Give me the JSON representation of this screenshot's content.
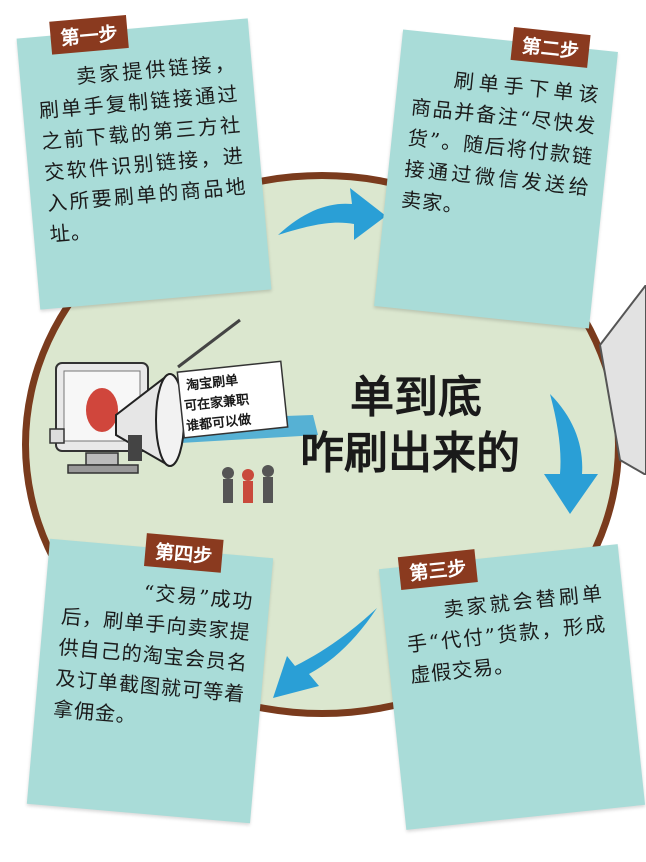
{
  "center_title": {
    "line1": "单到底",
    "line2": "咋刷出来的"
  },
  "steps": [
    {
      "tag": "第一步",
      "text": "卖家提供链接，刷单手复制链接通过之前下载的第三方社交软件识别链接，进入所要刷单的商品地址。"
    },
    {
      "tag": "第二步",
      "text": "刷单手下单该商品并备注“尽快发货”。随后将付款链接通过微信发送给卖家。"
    },
    {
      "tag": "第三步",
      "text": "卖家就会替刷单手“代付”货款，形成虚假交易。"
    },
    {
      "tag": "第四步",
      "text": "“交易”成功后，刷单手向卖家提供自己的淘宝会员名及订单截图就可等着拿佣金。"
    }
  ],
  "sign": {
    "line1": "淘宝刷单",
    "line2": "可在家兼职",
    "line3": "谁都可以做"
  },
  "colors": {
    "card": "#a9dcd8",
    "tag": "#8a3a1f",
    "ring": "#7a3b1d",
    "ellipse_fill": "#dbe7cf",
    "arrow": "#2a9fd6"
  },
  "icons": [
    "megaphone-icon",
    "computer-monitor-icon",
    "arrow-right-icon",
    "arrow-down-icon",
    "arrow-left-down-icon"
  ]
}
